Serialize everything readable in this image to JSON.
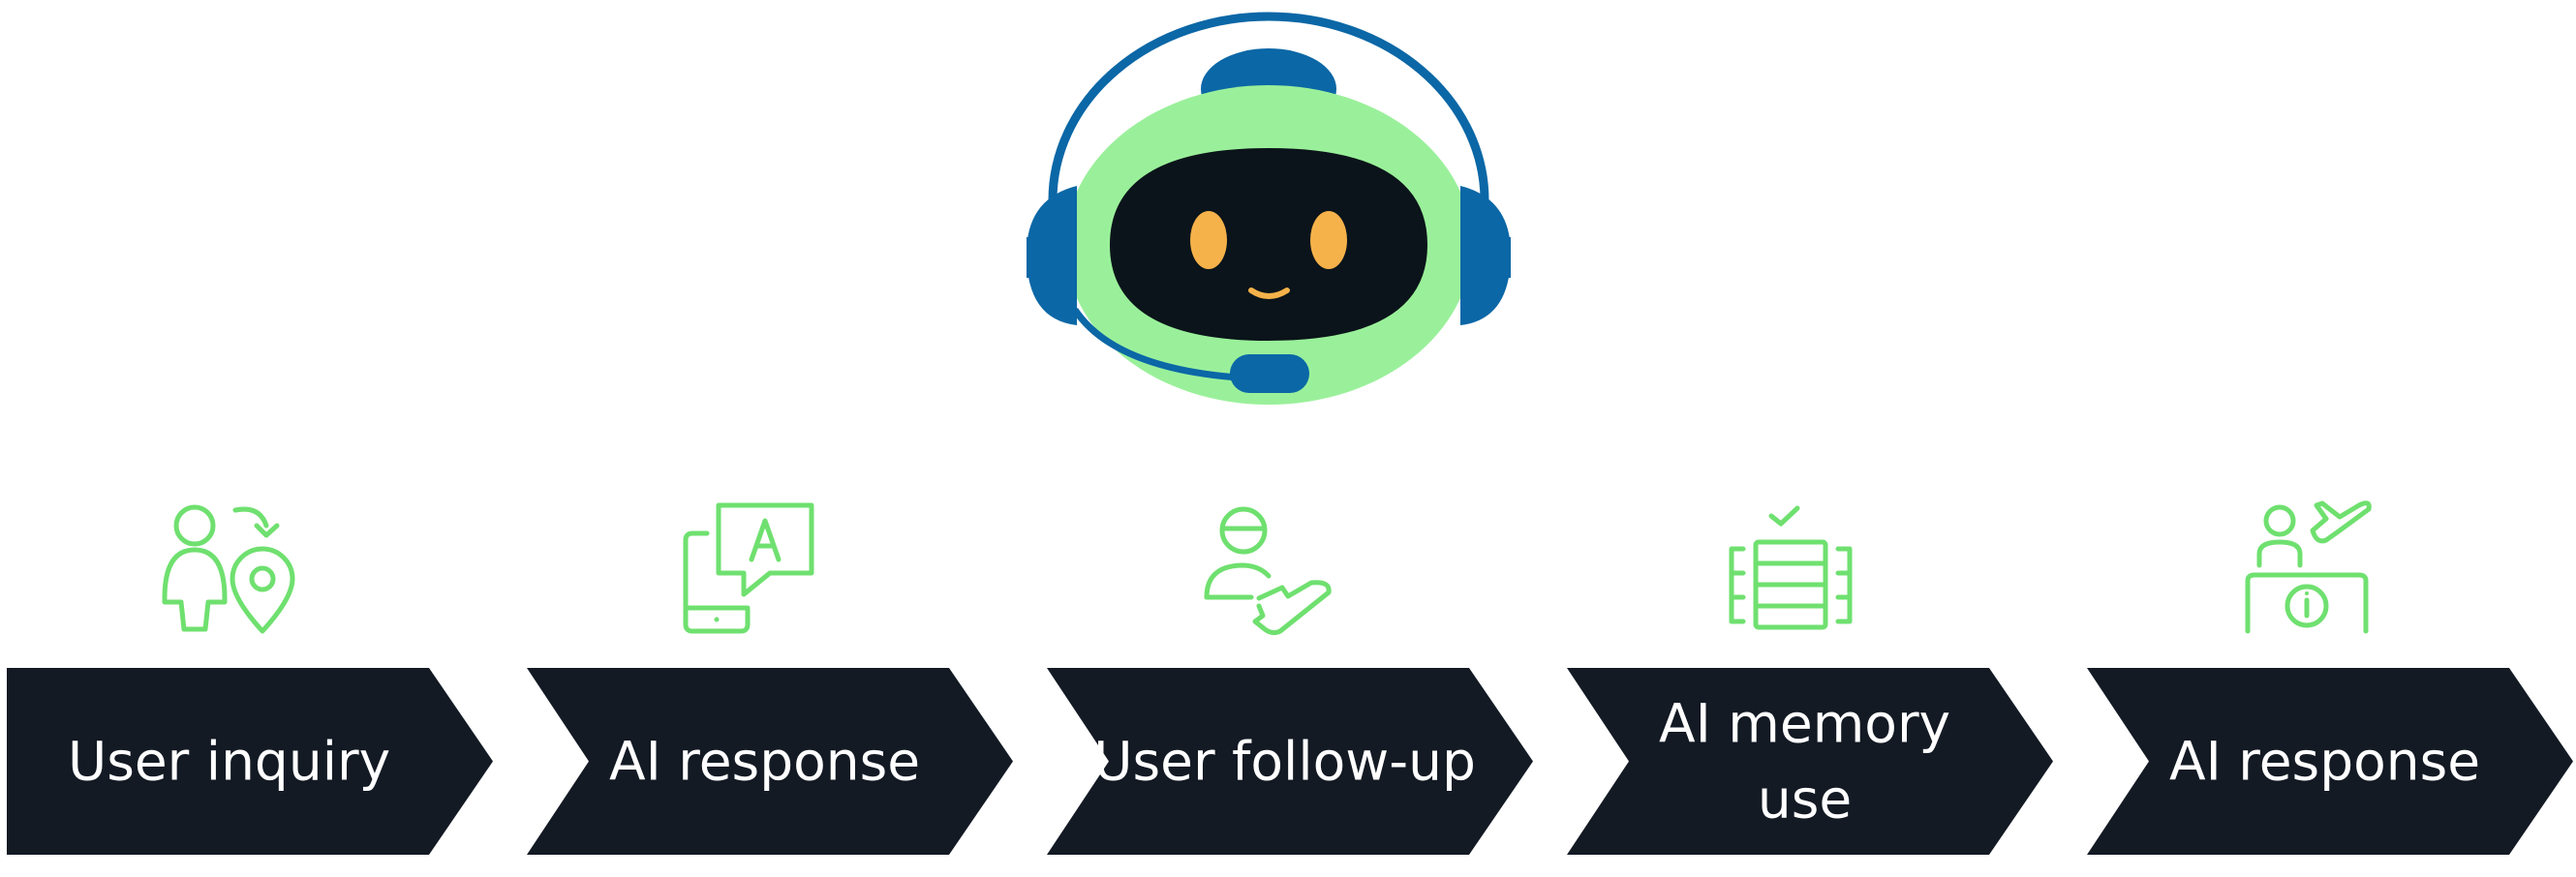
{
  "diagram": {
    "mascot": {
      "name": "robot-headset",
      "colors": {
        "face": "#9af09a",
        "visor": "#0b141a",
        "eyes": "#f6b24a",
        "headset": "#0b67a6"
      }
    },
    "steps": [
      {
        "label_lines": [
          "User inquiry"
        ],
        "icon": "user-location-icon"
      },
      {
        "label_lines": [
          "AI response"
        ],
        "icon": "phone-chat-translate-icon"
      },
      {
        "label_lines": [
          "User follow-up"
        ],
        "icon": "user-plane-handoff-icon"
      },
      {
        "label_lines": [
          "AI memory",
          "use"
        ],
        "icon": "database-check-icon"
      },
      {
        "label_lines": [
          "AI response"
        ],
        "icon": "info-desk-icon"
      }
    ],
    "colors": {
      "chevron": "#131a24",
      "text": "#ffffff",
      "icon": "#6fe06f"
    }
  }
}
